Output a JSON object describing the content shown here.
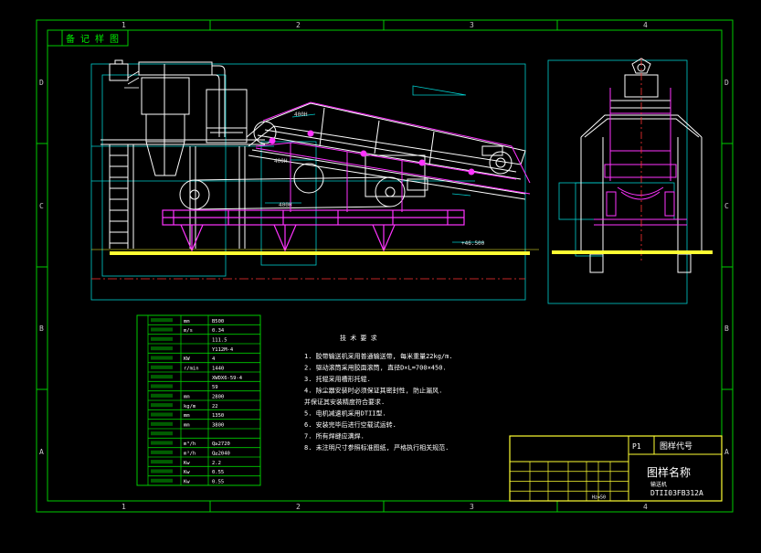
{
  "drawing": {
    "top_left_stamp": "备 记 样 图",
    "grid_columns": [
      "1",
      "2",
      "3",
      "4"
    ],
    "grid_rows": [
      "D",
      "C",
      "B",
      "A"
    ],
    "dimension_labels": [
      "400H",
      "400H",
      "400H"
    ],
    "elevation_label": "+46.500"
  },
  "param_table": {
    "rows": [
      {
        "unit": "mm",
        "value": "B500"
      },
      {
        "unit": "m/s",
        "value": "0.34"
      },
      {
        "unit": "",
        "value": "111.5"
      },
      {
        "unit": "",
        "value": "Y112M-4"
      },
      {
        "unit": "KW",
        "value": "4"
      },
      {
        "unit": "r/min",
        "value": "1440"
      },
      {
        "unit": "",
        "value": "XWDX6-59-4"
      },
      {
        "unit": "",
        "value": "59"
      },
      {
        "unit": "mm",
        "value": "2800"
      },
      {
        "unit": "kg/m",
        "value": "22"
      },
      {
        "unit": "mm",
        "value": "1350"
      },
      {
        "unit": "mm",
        "value": "3800"
      },
      {
        "unit": "",
        "value": ""
      },
      {
        "unit": "m³/h",
        "value": "Q≥2720"
      },
      {
        "unit": "m³/h",
        "value": "Q≥2040"
      },
      {
        "unit": "Kw",
        "value": "2.2"
      },
      {
        "unit": "Kw",
        "value": "0.55"
      },
      {
        "unit": "Kw",
        "value": "0.55"
      }
    ]
  },
  "tech_notes": {
    "heading": "技 术 要 求",
    "lines": [
      "1. 胶带输送机采用普通输送带, 每米重量22kg/m.",
      "2. 驱动滚筒采用胶面滚筒, 直径D×L=700×450.",
      "3. 托辊采用槽形托辊.",
      "4. 除尘器安装时必须保证其密封性, 防止漏风.",
      "    并保证其安装精度符合要求.",
      "5. 电机减速机采用DTII型.",
      "6. 安装完毕后进行空载试运转.",
      "7. 所有焊缝应满焊.",
      "8. 未注明尺寸参照标准图纸, 严格执行相关规范."
    ]
  },
  "title_block": {
    "code_label": "图样代号",
    "name_label": "图样名称",
    "sub_name": "输送机",
    "drawing_number": "DTII03FB312A",
    "side_label": "P1",
    "cells": [
      "",
      "",
      "",
      "",
      "",
      "",
      "",
      "",
      "",
      "",
      "",
      "Hz=50"
    ]
  },
  "colors": {
    "frame": "#00ff00",
    "machine": "#ffffff",
    "support": "#ff00ff",
    "centerline": "#ff3333",
    "dimension": "#00ffff",
    "ground": "#ffff00",
    "text": "#ffffff"
  }
}
